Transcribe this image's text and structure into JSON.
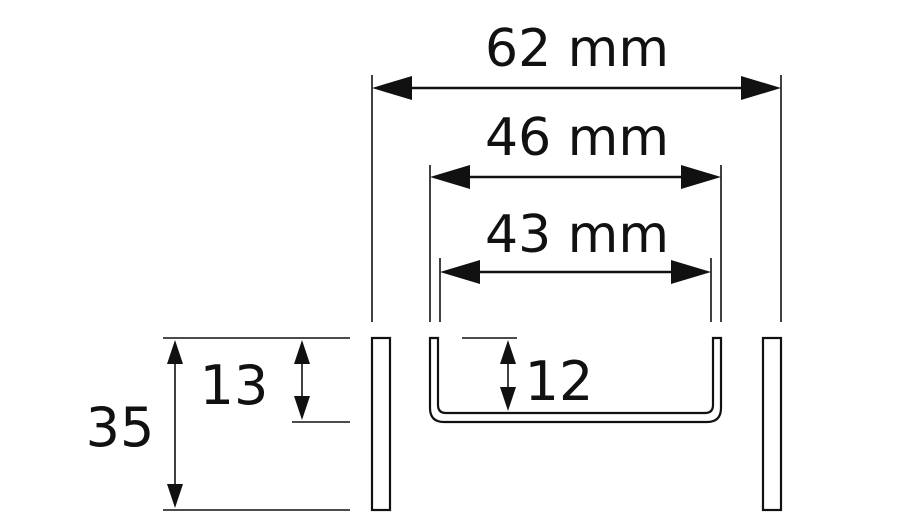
{
  "dimensions": {
    "outer_width": "62 mm",
    "middle_width": "46 mm",
    "inner_width": "43 mm",
    "total_height": "35",
    "upper_height": "13",
    "channel_depth": "12"
  },
  "colors": {
    "ink": "#111111",
    "background": "#ffffff"
  }
}
